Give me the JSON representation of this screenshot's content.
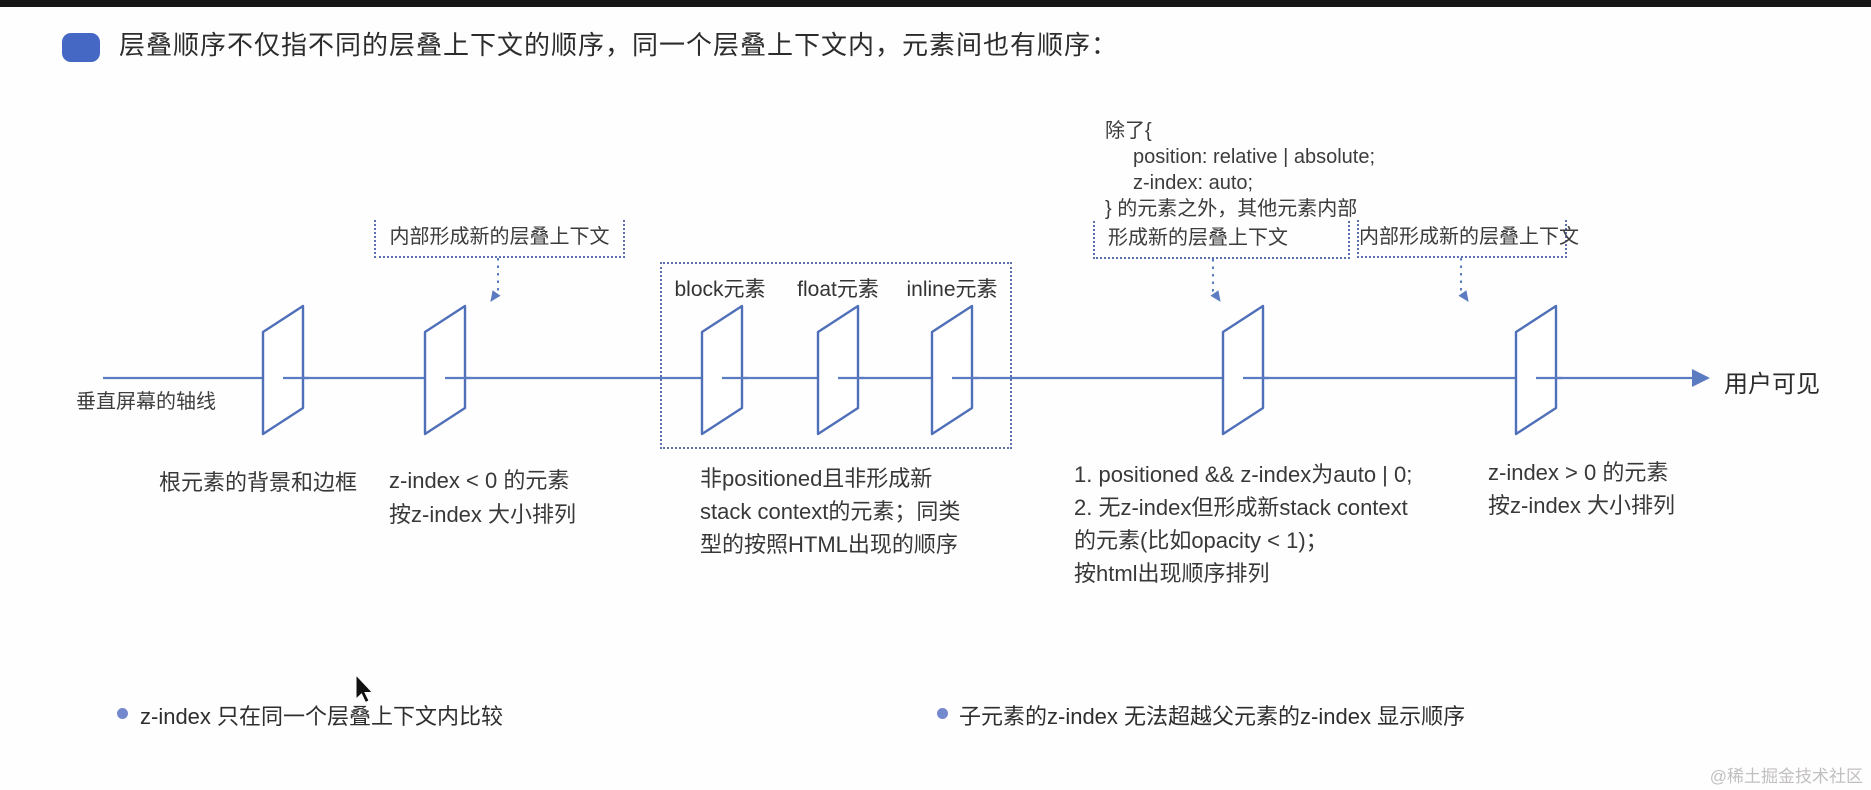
{
  "title": {
    "text": "层叠顺序不仅指不同的层叠上下文的顺序，同一个层叠上下文内，元素间也有顺序："
  },
  "code_callout": {
    "l1": "除了{",
    "l2": "position: relative | absolute;",
    "l3": "z-index: auto;",
    "l4": "} 的元素之外，其他元素内部",
    "l5": "形成新的层叠上下文"
  },
  "callouts": {
    "left": "内部形成新的层叠上下文",
    "right": "内部形成新的层叠上下文"
  },
  "group": {
    "labels": [
      "block元素",
      "float元素",
      "inline元素"
    ]
  },
  "axis": {
    "left_label": "垂直屏幕的轴线",
    "right_label": "用户可见"
  },
  "captions": {
    "root": "根元素的背景和边框",
    "neg": [
      "z-index < 0 的元素",
      "按z-index 大小排列"
    ],
    "normal": [
      "非positioned且非形成新",
      "stack context的元素；同类",
      "型的按照HTML出现的顺序"
    ],
    "pos0": [
      "1. positioned && z-index为auto | 0;",
      "2. 无z-index但形成新stack context",
      "的元素(比如opacity < 1)；",
      "按html出现顺序排列"
    ],
    "pos": [
      "z-index > 0 的元素",
      "按z-index 大小排列"
    ]
  },
  "bullets": [
    "z-index  只在同一个层叠上下文内比较",
    "子元素的z-index 无法超越父元素的z-index 显示顺序"
  ],
  "watermark": "@稀土掘金技术社区",
  "colors": {
    "line_blue": "#5b7cc0",
    "accent_blue": "#4468c4",
    "bullet_blue": "#7488cd",
    "text_dark": "#2c2c2c",
    "watermark_gray": "#c2bfbf",
    "topbar_black": "#161616"
  }
}
